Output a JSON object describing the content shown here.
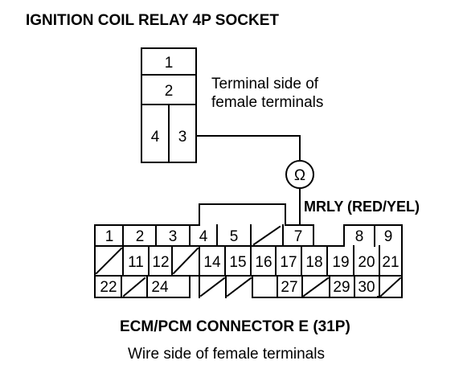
{
  "relay": {
    "title": "IGNITION COIL RELAY 4P SOCKET",
    "side_label_line1": "Terminal side of",
    "side_label_line2": "female terminals",
    "terminals": [
      "1",
      "2",
      "4",
      "3"
    ]
  },
  "meter": {
    "symbol": "Ω",
    "icon": "ohmmeter-icon"
  },
  "wire_label": "MRLY (RED/YEL)",
  "ecm": {
    "title": "ECM/PCM CONNECTOR E (31P)",
    "side_label": "Wire side of female terminals",
    "row1": [
      "1",
      "2",
      "3",
      "4",
      "5",
      "",
      "7",
      "",
      "8",
      "9"
    ],
    "row2": [
      "",
      "11",
      "12",
      "",
      "14",
      "15",
      "16",
      "17",
      "18",
      "19",
      "20",
      "21"
    ],
    "row3": [
      "22",
      "",
      "24",
      "",
      "",
      "",
      "27",
      "",
      "29",
      "30",
      ""
    ]
  }
}
